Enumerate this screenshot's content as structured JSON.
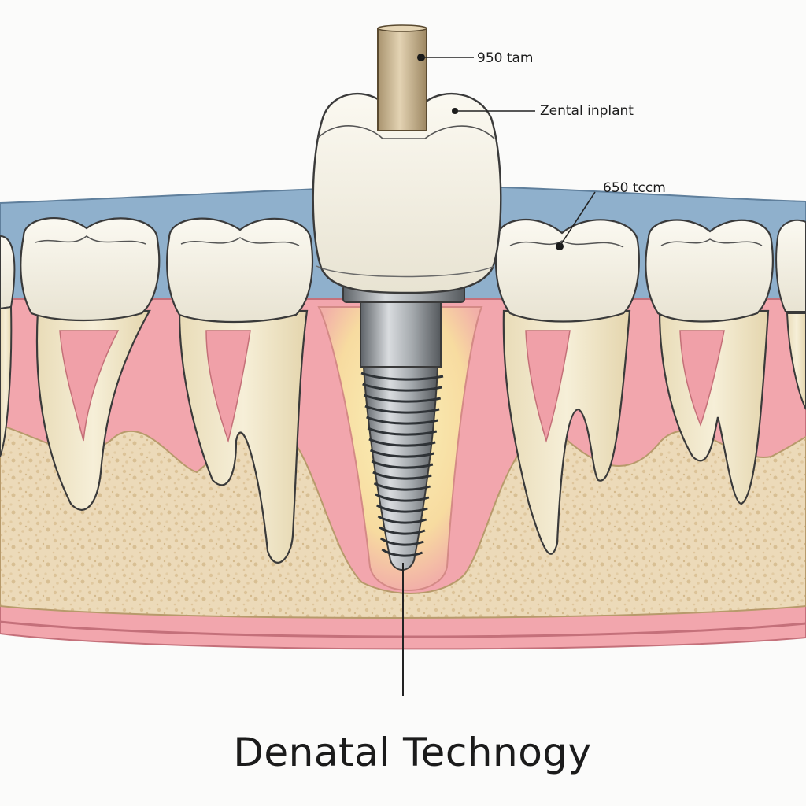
{
  "labels": {
    "top": "950 tam",
    "implant": "Zental inplant",
    "right": "650 tccm"
  },
  "caption": "Denatal Technogy",
  "colors": {
    "background": "#fbfbfa",
    "gum_blue": "#8fb0cc",
    "gum_pink": "#f2a6ad",
    "bone": "#ead7b7",
    "enamel": "#f2efe3",
    "root": "#efe6c9",
    "metal": "#8d9296",
    "abutment": "#c7b28e"
  }
}
